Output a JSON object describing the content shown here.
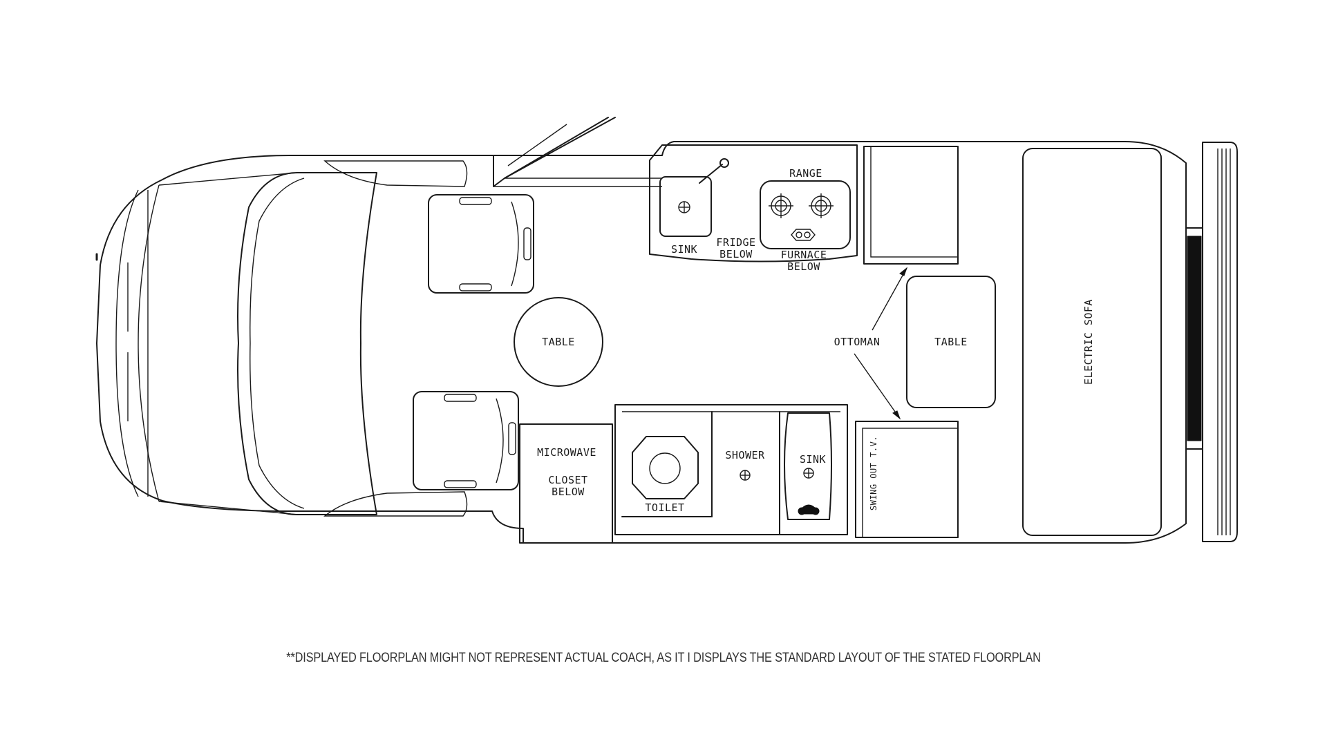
{
  "labels": {
    "sink_galley": "SINK",
    "fridge_1": "FRIDGE",
    "fridge_2": "BELOW",
    "range": "RANGE",
    "furnace_1": "FURNACE",
    "furnace_2": "BELOW",
    "table_round": "TABLE",
    "ottoman": "OTTOMAN",
    "table_rect": "TABLE",
    "electric_sofa": "ELECTRIC SOFA",
    "microwave": "MICROWAVE",
    "closet_1": "CLOSET",
    "closet_2": "BELOW",
    "toilet": "TOILET",
    "shower": "SHOWER",
    "sink_bath": "SINK",
    "swing_tv": "SWING OUT T.V."
  },
  "disclaimer": "**DISPLAYED FLOORPLAN MIGHT NOT REPRESENT ACTUAL COACH, AS IT I DISPLAYS THE STANDARD LAYOUT OF THE STATED FLOORPLAN"
}
